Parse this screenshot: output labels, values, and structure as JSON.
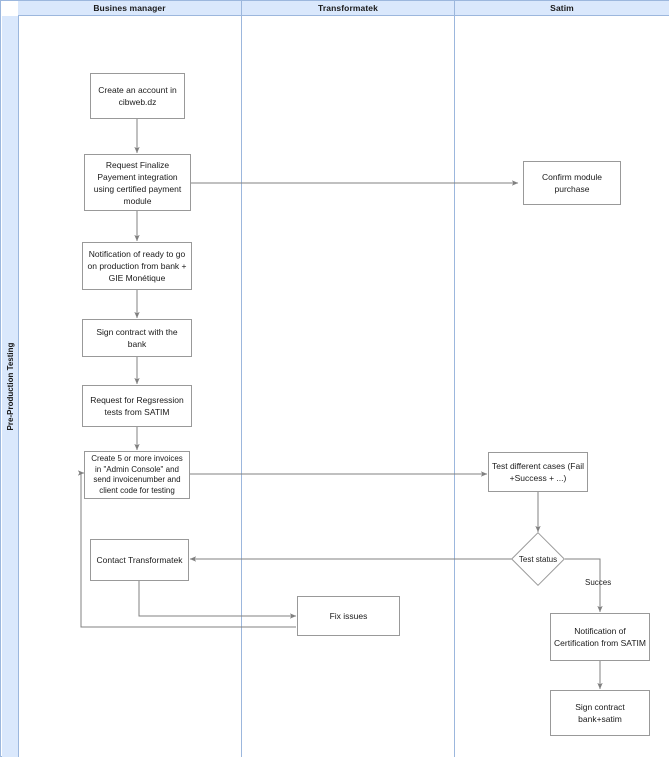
{
  "diagram": {
    "title": "Pre-Production Testing swimlane flowchart",
    "phase_label": "Pre-Production Testing",
    "colors": {
      "lane_header_fill": "#dae8fc",
      "lane_border": "#9cb7dd",
      "node_border": "#999999",
      "node_fill": "#ffffff",
      "edge_stroke": "#808080",
      "text": "#1a1a1a"
    }
  },
  "lanes": [
    {
      "id": "business-manager",
      "label": "Busines manager"
    },
    {
      "id": "transformatek",
      "label": "Transformatek"
    },
    {
      "id": "satim",
      "label": "Satim"
    }
  ],
  "nodes": {
    "create_account": "Create an account in cibweb.dz",
    "request_finalize": "Request Finalize Payement integration using certified payment module",
    "notification_ready": "Notification of ready to go on production from bank + GIE Monétique",
    "sign_contract_bank": "Sign contract with the bank",
    "request_regression": "Request for Regsression tests from SATIM",
    "create_invoices": "Create 5 or more invoices in \"Admin Console\" and send invoicenumber and client code for testing",
    "contact_transformatek": "Contact Transformatek",
    "fix_issues": "Fix issues",
    "confirm_module": "Confirm module purchase",
    "test_cases": "Test different cases (Fail +Success + ...)",
    "test_status": "Test status",
    "notification_certification": "Notification of Certification from SATIM",
    "sign_contract_bank_satim": "Sign contract bank+satim"
  },
  "edge_labels": {
    "success": "Succes"
  }
}
